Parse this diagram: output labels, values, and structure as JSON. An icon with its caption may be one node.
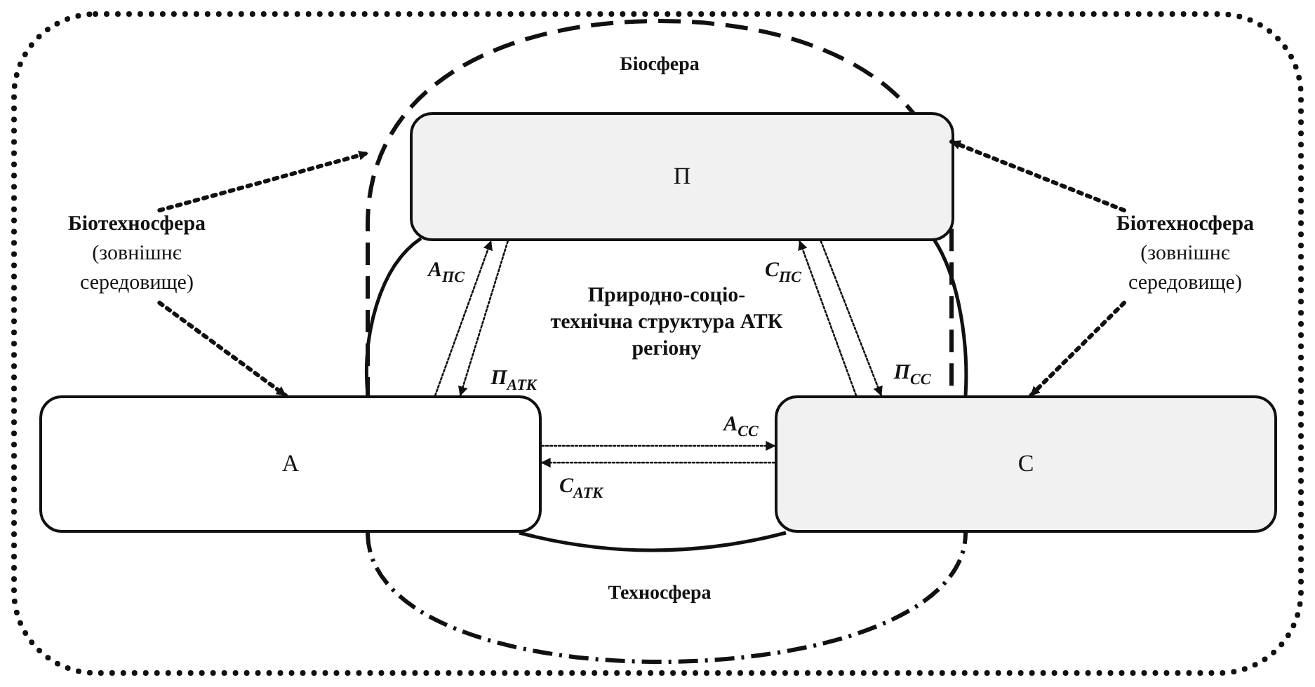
{
  "diagram": {
    "nodes": [
      {
        "text": [],
        "shape": "box"
      },
      {
        "text": [
          "Біосфера"
        ],
        "in": 0
      },
      {
        "text": [
          "Техносфера"
        ],
        "in": 0
      },
      {
        "text": [
          "П"
        ],
        "in": 1
      },
      {
        "text": [
          "А"
        ],
        "in": 0
      },
      {
        "text": [
          "С"
        ],
        "in": 0
      },
      {
        "text": [
          "Біотехносфера",
          "(зовнішнє середовище)"
        ],
        "in": 0
      },
      {
        "text": [
          "Біотехносфера",
          "(зовнішнє середовище)"
        ],
        "in": 0
      }
    ],
    "edges": [
      {
        "from": 6,
        "to": 1,
        "arrow": "to"
      },
      {
        "from": 6,
        "to": 4,
        "arrow": "to"
      },
      {
        "from": 7,
        "to": 1,
        "arrow": "to"
      },
      {
        "from": 7,
        "to": 5,
        "arrow": "to"
      },
      {
        "from": 4,
        "to": 3,
        "arrow": "to",
        "label": "А$_{ПС}$"
      },
      {
        "from": 3,
        "to": 4,
        "arrow": "to",
        "label": "П$_{АТК}$"
      },
      {
        "from": 5,
        "to": 3,
        "arrow": "to",
        "label": "С$_{ПС}$"
      },
      {
        "from": 3,
        "to": 5,
        "arrow": "to",
        "label": "П$_{СС}$"
      },
      {
        "from": 4,
        "to": 5,
        "arrow": "to",
        "label": "А$_{СС}$"
      },
      {
        "from": 5,
        "to": 4,
        "arrow": "to",
        "label": "С$_{АТК}$"
      }
    ],
    "labels": [
      "Природно-соціо-технічна структура АТК регіону"
    ]
  }
}
